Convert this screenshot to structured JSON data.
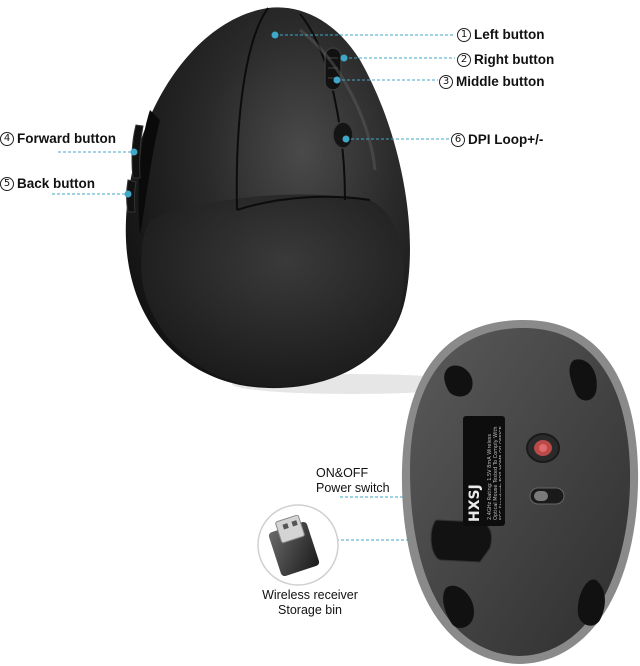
{
  "callouts": {
    "left_button": {
      "num": "1",
      "text": "Left button"
    },
    "right_button": {
      "num": "2",
      "text": "Right button"
    },
    "middle_button": {
      "num": "3",
      "text": "Middle button"
    },
    "forward_button": {
      "num": "4",
      "text": "Forward button"
    },
    "back_button": {
      "num": "5",
      "text": "Back button"
    },
    "dpi_loop": {
      "num": "6",
      "text": "DPI Loop+/-"
    }
  },
  "power_switch": {
    "line1": "ON&OFF",
    "line2": "Power switch"
  },
  "receiver": {
    "line1": "Wireless receiver",
    "line2": "Storage bin"
  },
  "sticker": {
    "brand": "HXSJ",
    "fine_print": "2.4GHz Rating: 1.5V 8mA Wireless Optical Mouse Tested To Comply With FCC Standards FOR HOME OR OFFICE USE MADE IN CHINA"
  },
  "colors": {
    "callout_line": "#3fa7c8",
    "mouse_body": "#1e1e1e",
    "underside": "#4a4a4a"
  }
}
